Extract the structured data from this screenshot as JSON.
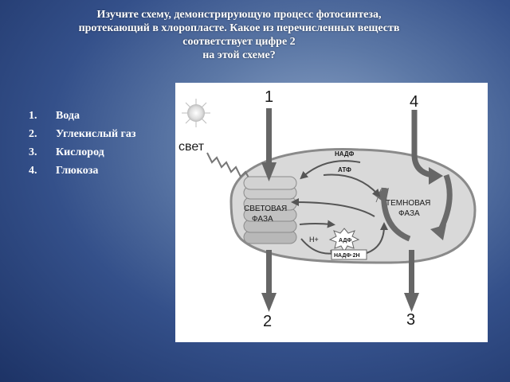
{
  "question": {
    "lines": [
      "Изучите схему, демонстрирующую процесс фотосинтеза,",
      "протекающий в хлоропласте. Какое из перечисленных веществ",
      "соответствует цифре 2",
      "на этой схеме?"
    ]
  },
  "options": [
    {
      "number": "1.",
      "text": "Вода"
    },
    {
      "number": "2.",
      "text": "Углекислый газ"
    },
    {
      "number": "3.",
      "text": "Кислород"
    },
    {
      "number": "4.",
      "text": "Глюкоза"
    }
  ],
  "diagram": {
    "light_label": "свет",
    "marker_1": "1",
    "marker_2": "2",
    "marker_3": "3",
    "marker_4": "4",
    "light_phase": [
      "СВЕТОВАЯ",
      "ФАЗА"
    ],
    "dark_phase": [
      "ТЕМНОВАЯ",
      "ФАЗА"
    ],
    "nadp": "НАДФ",
    "atp": "АТФ",
    "hplus": "Н+",
    "adp": "АДФ",
    "nadph": "НАДФ·2Н"
  },
  "colors": {
    "arrow": "#666666",
    "chloroplast_fill": "#d9d9d9",
    "chloroplast_stroke": "#8a8a8a",
    "grana": "#b8b8b8"
  }
}
